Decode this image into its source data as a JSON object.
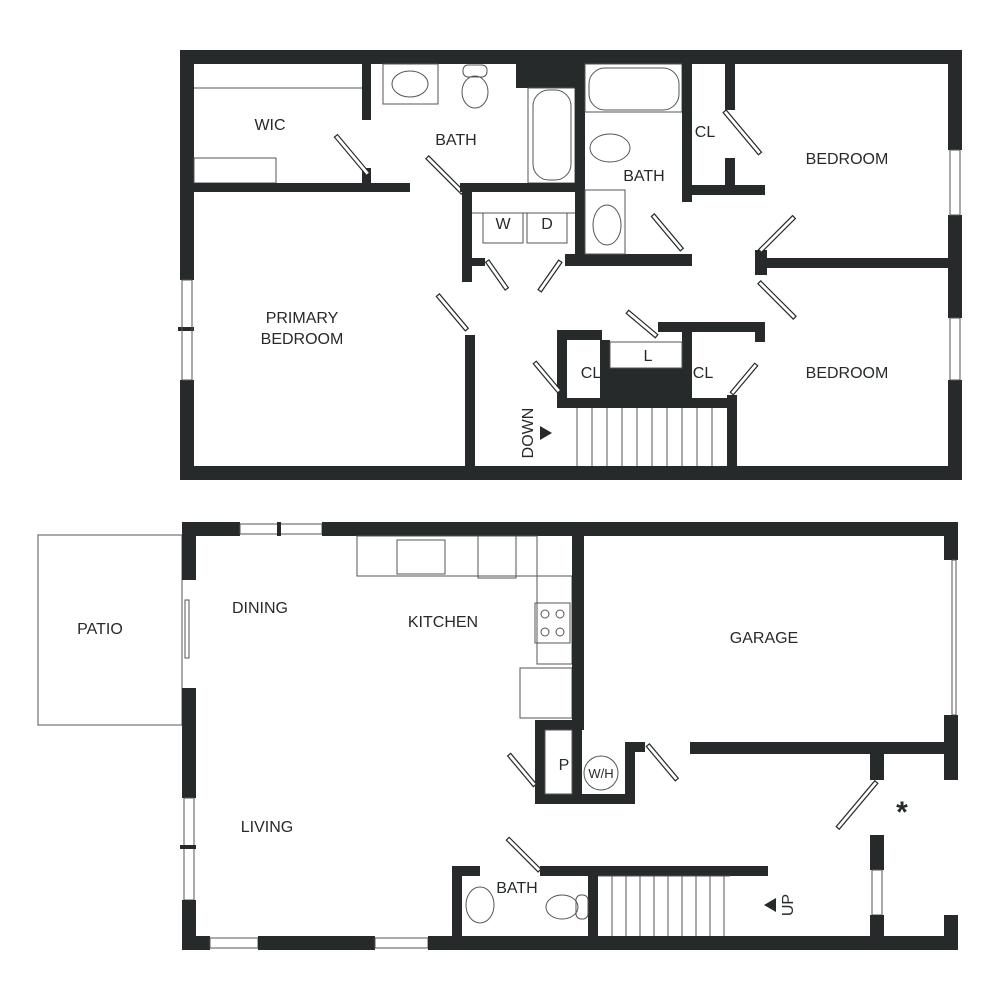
{
  "upper_floor": {
    "rooms": {
      "wic": "WIC",
      "bath_primary": "BATH",
      "bath_hall": "BATH",
      "closet_hall": "CL",
      "bedroom_top": "BEDROOM",
      "washer": "W",
      "dryer": "D",
      "primary_bedroom_line1": "PRIMARY",
      "primary_bedroom_line2": "BEDROOM",
      "closet_left": "CL",
      "linen": "L",
      "closet_right": "CL",
      "bedroom_bottom": "BEDROOM",
      "stairs_down": "DOWN"
    }
  },
  "lower_floor": {
    "rooms": {
      "patio": "PATIO",
      "dining": "DINING",
      "kitchen": "KITCHEN",
      "garage": "GARAGE",
      "pantry": "P",
      "water_heater": "W/H",
      "living": "LIVING",
      "bath": "BATH",
      "stairs_up": "UP",
      "asterisk": "*"
    }
  },
  "colors": {
    "wall": "#262a2a",
    "fixture": "#555555"
  }
}
